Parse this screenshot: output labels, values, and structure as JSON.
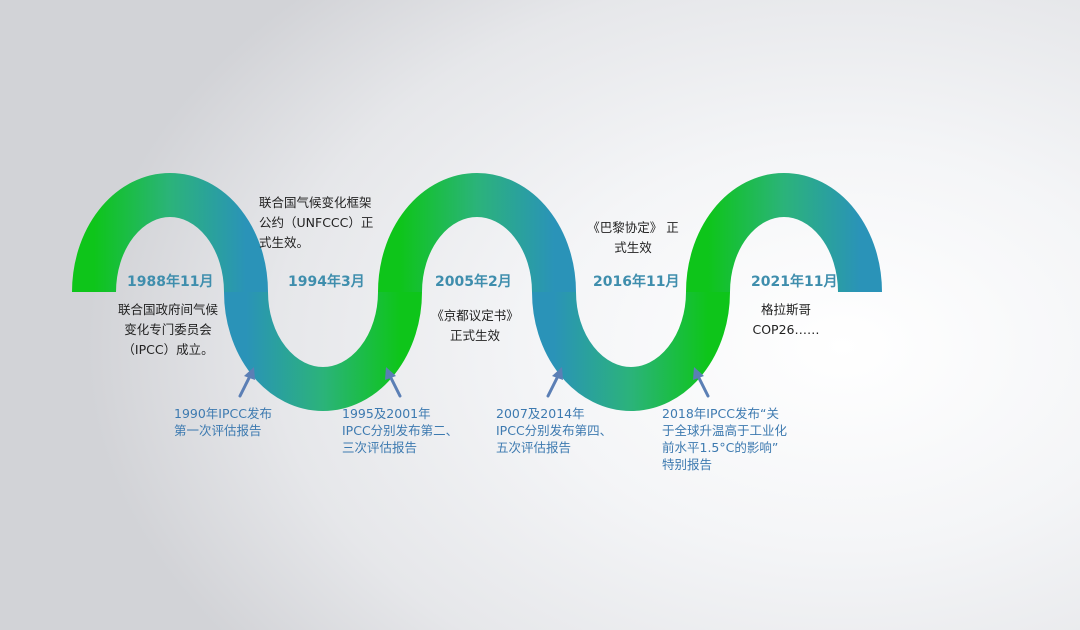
{
  "colors": {
    "wave_green": "#0ec51a",
    "wave_blue": "#2a93b8",
    "date_text": "#3f8ead",
    "note_text": "#3d7ab0",
    "arrow": "#5b7fb5",
    "body_text": "#222222"
  },
  "milestones": [
    {
      "date": "1988年11月",
      "desc_lines": [
        "联合国政府间气候",
        "变化专门委员会",
        "（IPCC）成立。"
      ]
    },
    {
      "date": "1994年3月",
      "desc_lines": [
        "联合国气候变化框架",
        "公约（UNFCCC）正",
        "式生效。"
      ]
    },
    {
      "date": "2005年2月",
      "desc_lines": [
        "《京都议定书》",
        "正式生效"
      ]
    },
    {
      "date": "2016年11月",
      "desc_lines": [
        "《巴黎协定》 正",
        "式生效"
      ]
    },
    {
      "date": "2021年11月",
      "desc_lines": [
        "格拉斯哥",
        "COP26……"
      ]
    }
  ],
  "ipcc_notes": [
    {
      "lines": [
        "1990年IPCC发布",
        "第一次评估报告"
      ]
    },
    {
      "lines": [
        "1995及2001年",
        "IPCC分别发布第二、",
        "三次评估报告"
      ]
    },
    {
      "lines": [
        "2007及2014年",
        "IPCC分别发布第四、",
        "五次评估报告"
      ]
    },
    {
      "lines": [
        "2018年IPCC发布“关",
        "于全球升温高于工业化",
        "前水平1.5°C的影响”",
        "特别报告"
      ]
    }
  ]
}
